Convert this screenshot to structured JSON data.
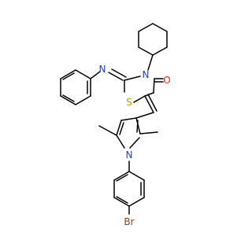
{
  "structure": {
    "atoms": [
      {
        "id": "s1",
        "symbol": "S",
        "color": "#B8A000"
      },
      {
        "id": "n_ring",
        "symbol": "N",
        "color": "#1F3FD8"
      },
      {
        "id": "n_imine",
        "symbol": "N",
        "color": "#1F3FD8"
      },
      {
        "id": "o1",
        "symbol": "O",
        "color": "#E8281E"
      },
      {
        "id": "n_pyrrole",
        "symbol": "N",
        "color": "#1F3FD8"
      },
      {
        "id": "br1",
        "symbol": "Br",
        "color": "#9A3D1F"
      }
    ]
  }
}
